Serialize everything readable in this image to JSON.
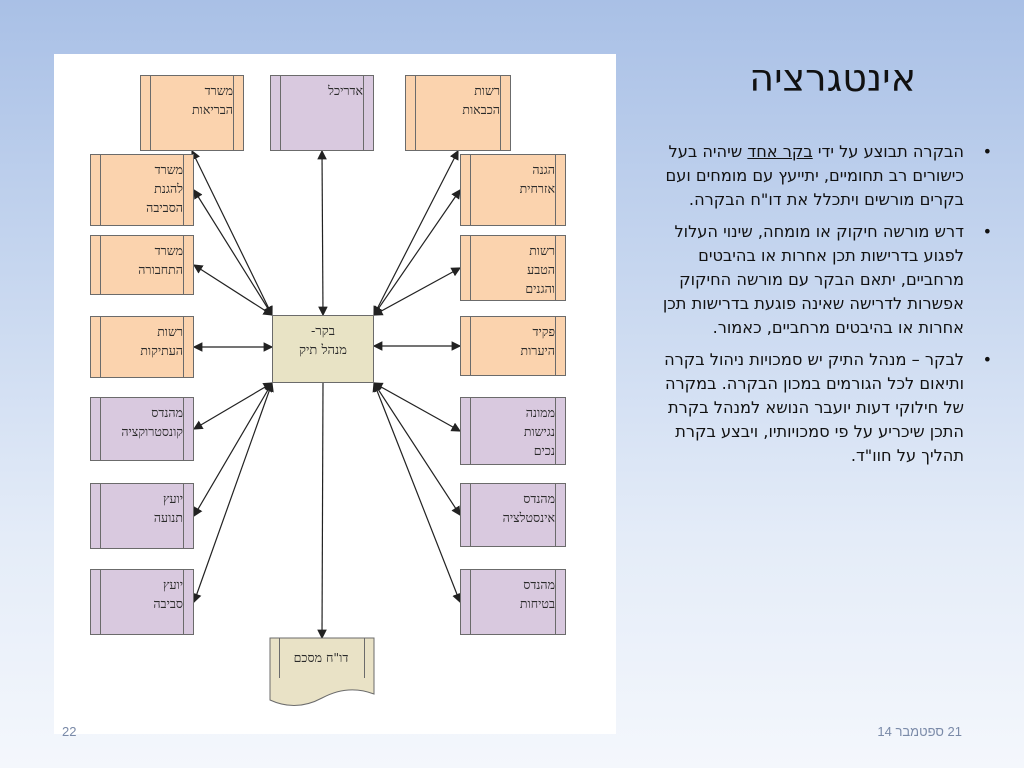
{
  "title": "אינטגרציה",
  "bullets": [
    {
      "lead": "הבקרה תבוצע על ידי ",
      "underlined": "בקר אחד",
      "rest": " שיהיה בעל כישורים רב תחומיים, יתייעץ עם מומחים ועם בקרים מורשים ויתכלל את דו\"ח הבקרה."
    },
    {
      "lead": "דרש מורשה חיקוק או מומחה, שינוי העלול לפגוע בדרישות תכן אחרות או בהיבטים מרחביים, יתאם הבקר עם מורשה החיקוק אפשרות לדרישה שאינה פוגעת בדרישות תכן אחרות או בהיבטים מרחביים, כאמור.",
      "underlined": "",
      "rest": ""
    },
    {
      "lead": "לבקר – מנהל התיק יש סמכויות ניהול בקרה ותיאום לכל הגורמים במכון הבקרה. במקרה של חילוקי דעות יועבר הנושא למנהל בקרת התכן שיכריע על פי סמכויותיו, ויבצע בקרת תהליך על חוו\"ד.",
      "underlined": "",
      "rest": ""
    }
  ],
  "diagram": {
    "center": [
      "בקר-",
      "מנהל תיק"
    ],
    "report": [
      "דו\"ח מסכם"
    ],
    "top": [
      [
        "משרד",
        "הבריאות"
      ],
      [
        "אדריכל"
      ],
      [
        "רשות",
        "הכבאות"
      ]
    ],
    "left": [
      [
        "משרד",
        "להגנת",
        "הסביבה"
      ],
      [
        "משרד",
        "התחבורה"
      ],
      [
        "רשות",
        "העתיקות"
      ],
      [
        "מהנדס",
        "קונסטרוקציה"
      ],
      [
        "יועץ",
        "תנועה"
      ],
      [
        "יועץ",
        "סביבה"
      ]
    ],
    "right": [
      [
        "הגנה",
        "אזרחית"
      ],
      [
        "רשות",
        "הטבע",
        "והגנים"
      ],
      [
        "פקיד",
        "היערות"
      ],
      [
        "ממונה",
        "נגישות",
        "נכים"
      ],
      [
        "מהנדס",
        "אינסטלציה"
      ],
      [
        "מהנדס",
        "בטיחות"
      ]
    ]
  },
  "footer": {
    "date": "21 ספטמבר 14",
    "page": "22"
  },
  "colors": {
    "peach": "#fbd3ae",
    "lavender": "#d9c9df",
    "tan": "#e9e2c6"
  }
}
